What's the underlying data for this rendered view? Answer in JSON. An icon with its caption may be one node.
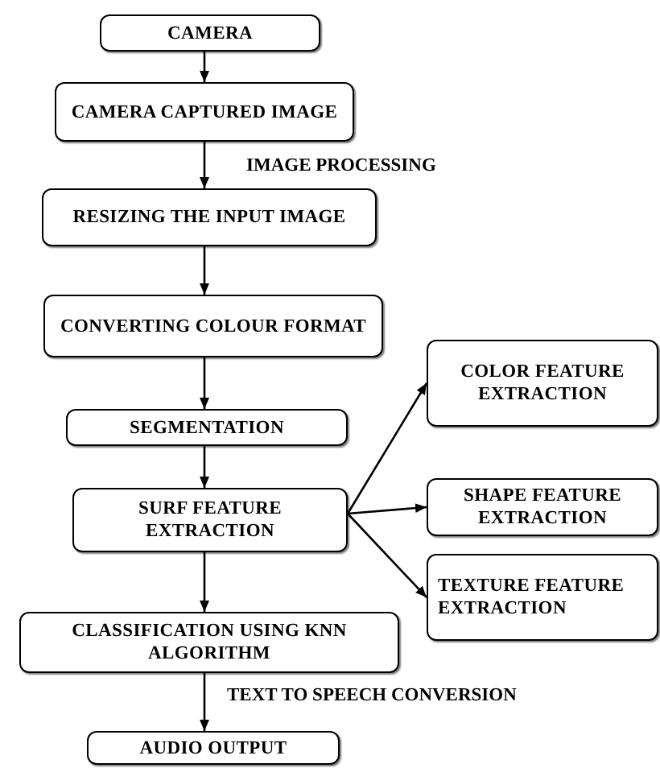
{
  "diagram": {
    "nodes": [
      {
        "text": [
          "CAMERA"
        ]
      },
      {
        "text": [
          "CAMERA CAPTURED IMAGE"
        ]
      },
      {
        "text": [
          "RESIZING THE INPUT IMAGE"
        ]
      },
      {
        "text": [
          "CONVERTING COLOUR FORMAT"
        ]
      },
      {
        "text": [
          "SEGMENTATION"
        ]
      },
      {
        "text": [
          "SURF FEATURE EXTRACTION"
        ]
      },
      {
        "text": [
          "COLOR FEATURE EXTRACTION"
        ]
      },
      {
        "text": [
          "SHAPE FEATURE EXTRACTION"
        ]
      },
      {
        "text": [
          "TEXTURE FEATURE EXTRACTION"
        ]
      },
      {
        "text": [
          "CLASSIFICATION USING KNN ALGORITHM"
        ]
      },
      {
        "text": [
          "AUDIO OUTPUT"
        ]
      }
    ],
    "edges": [
      {
        "from": 0,
        "to": 1,
        "arrow": "to"
      },
      {
        "from": 1,
        "to": 2,
        "arrow": "to",
        "label": "IMAGE PROCESSING"
      },
      {
        "from": 2,
        "to": 3,
        "arrow": "to"
      },
      {
        "from": 3,
        "to": 4,
        "arrow": "to"
      },
      {
        "from": 4,
        "to": 5,
        "arrow": "to"
      },
      {
        "from": 5,
        "to": 6,
        "arrow": "to"
      },
      {
        "from": 5,
        "to": 7,
        "arrow": "to"
      },
      {
        "from": 5,
        "to": 8,
        "arrow": "to"
      },
      {
        "from": 5,
        "to": 9,
        "arrow": "to"
      },
      {
        "from": 9,
        "to": 10,
        "arrow": "to",
        "label": "TEXT TO SPEECH CONVERSION"
      }
    ]
  }
}
